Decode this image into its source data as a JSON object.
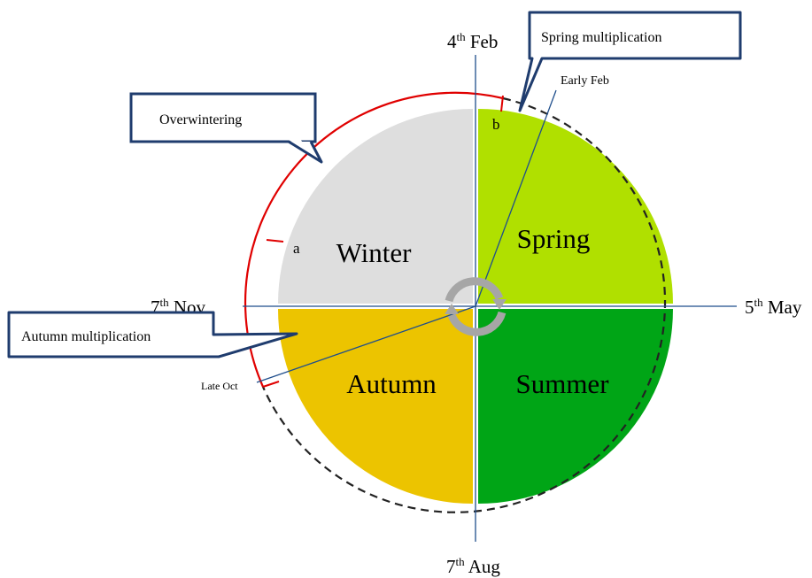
{
  "quadrants": {
    "winter": {
      "label": "Winter",
      "color": "#dedede"
    },
    "spring": {
      "label": "Spring",
      "color": "#b0e000"
    },
    "summer": {
      "label": "Summer",
      "color": "#00a516"
    },
    "autumn": {
      "label": "Autumn",
      "color": "#ecc400"
    }
  },
  "dates": {
    "top": {
      "sup": "th",
      "pre": "4",
      "post": " Feb"
    },
    "right": {
      "sup": "th",
      "pre": "5",
      "post": " May"
    },
    "bottom": {
      "sup": "th",
      "pre": "7",
      "post": " Aug"
    },
    "left": {
      "sup": "th",
      "pre": "7",
      "post": " Nov"
    }
  },
  "callouts": {
    "overwintering": "Overwintering",
    "spring_multiplication": "Spring multiplication",
    "autumn_multiplication": "Autumn multiplication"
  },
  "line_labels": {
    "early_feb": "Early Feb",
    "late_oct": "Late Oct"
  },
  "markers": {
    "a": "a",
    "b": "b"
  },
  "colors": {
    "axis": "#1f4e8c",
    "callout_border": "#1f3c6e",
    "red_arc": "#e00000",
    "dashed_arc": "#222222",
    "cycle_icon": "#a6a6a6"
  }
}
